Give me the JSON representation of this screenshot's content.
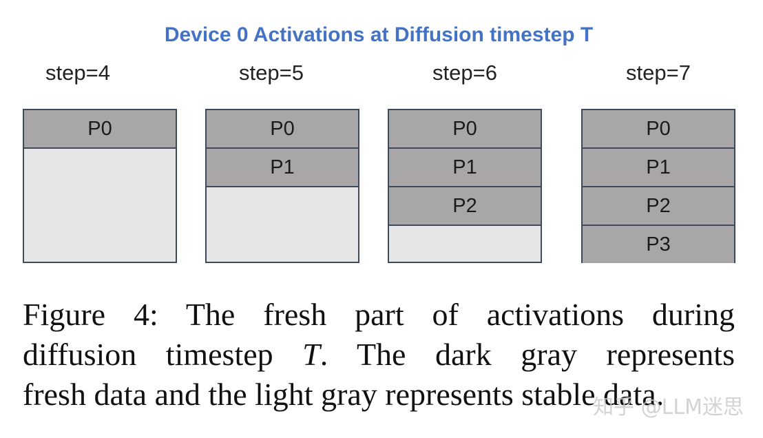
{
  "title": "Device 0 Activations at Diffusion timestep T",
  "steps": [
    {
      "label": "step=4",
      "parts": [
        "P0"
      ]
    },
    {
      "label": "step=5",
      "parts": [
        "P0",
        "P1"
      ]
    },
    {
      "label": "step=6",
      "parts": [
        "P0",
        "P1",
        "P2"
      ]
    },
    {
      "label": "step=7",
      "parts": [
        "P0",
        "P1",
        "P2",
        "P3"
      ]
    }
  ],
  "caption": {
    "line1": "Figure 4:  The fresh part of activations during",
    "line2_pre": "diffusion timestep ",
    "line2_var": "T",
    "line2_post": ".  The dark gray represents",
    "line3": "fresh data and the light gray represents stable data."
  },
  "watermark": "知乎 @LLM迷思",
  "colors": {
    "title": "#4472c4",
    "fresh": "#a9a6a7",
    "stable": "#e6e6e6",
    "border": "#3c4a5c"
  }
}
